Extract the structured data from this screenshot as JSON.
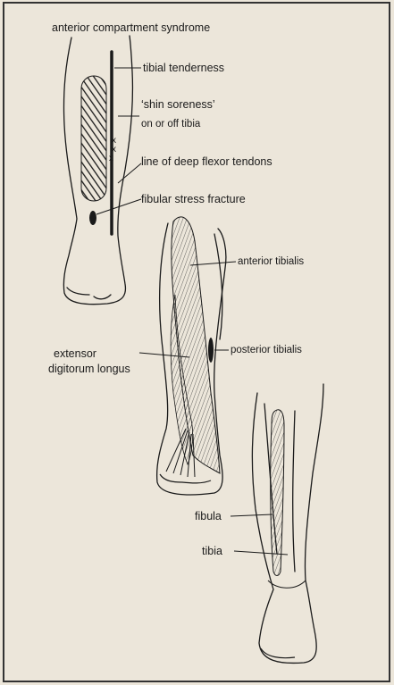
{
  "labels": {
    "anterior_compartment_syndrome": "anterior compartment syndrome",
    "tibial_tenderness": "tibial tenderness",
    "shin_soreness": "‘shin soreness’",
    "on_or_off_tibia": "on or off tibia",
    "line_of_deep_flexor_tendons": "line of deep flexor tendons",
    "fibular_stress_fracture": "fibular stress fracture",
    "anterior_tibialis": "anterior tibialis",
    "extensor_line1": "extensor",
    "extensor_line2": "digitorum longus",
    "posterior_tibialis": "posterior tibialis",
    "fibula": "fibula",
    "tibia": "tibia"
  },
  "colors": {
    "background": "#ece6da",
    "ink": "#1a1a1a",
    "border": "#333333"
  }
}
